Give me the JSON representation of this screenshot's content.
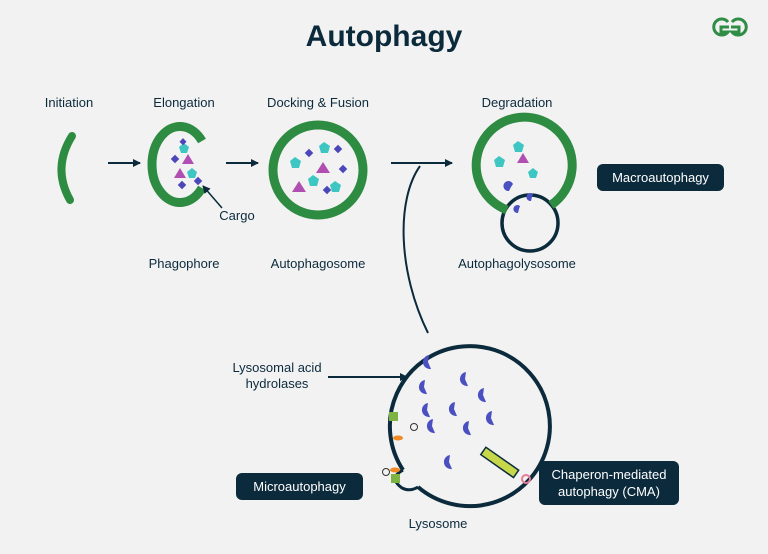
{
  "title": "Autophagy",
  "logo": "GfG",
  "stages": {
    "initiation": "Initiation",
    "elongation": "Elongation",
    "docking": "Docking & Fusion",
    "degradation": "Degradation"
  },
  "structures": {
    "phagophore": "Phagophore",
    "autophagosome": "Autophagosome",
    "autophagolysosome": "Autophagolysosome",
    "lysosome": "Lysosome"
  },
  "annotations": {
    "cargo": "Cargo",
    "hydrolases_line1": "Lysosomal acid",
    "hydrolases_line2": "hydrolases"
  },
  "types": {
    "macro": "Macroautophagy",
    "micro": "Microautophagy",
    "cma_line1": "Chaperon-mediated",
    "cma_line2": "autophagy (CMA)"
  },
  "colors": {
    "membrane": "#2e8b42",
    "navy": "#0b2a3c",
    "pentagon": "#3ec6c2",
    "triangle": "#b04fb1",
    "diamond": "#4b47b8",
    "enzyme": "#4a50bf",
    "micro_square": "#7cb342",
    "micro_oval": "#f08a24",
    "chaperone": "#c6d84a",
    "substrate": "#e87a9a",
    "logo_green": "#2f8d46"
  }
}
